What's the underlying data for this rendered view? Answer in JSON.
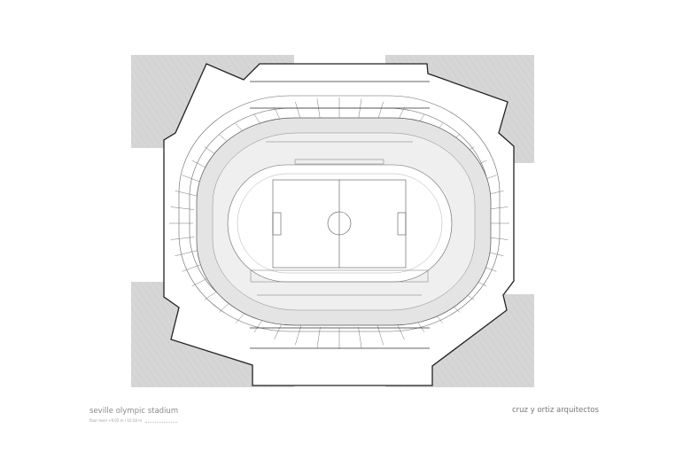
{
  "drawing": {
    "title": "seville olympic stadium",
    "floor_level": "floor level +9.05 m / 10.58 m",
    "architect": "cruz y ortiz arquitectos"
  },
  "colors": {
    "site_hatch": "#d6d6d6",
    "lines": "#333333",
    "seating": "#e4e4e4"
  }
}
